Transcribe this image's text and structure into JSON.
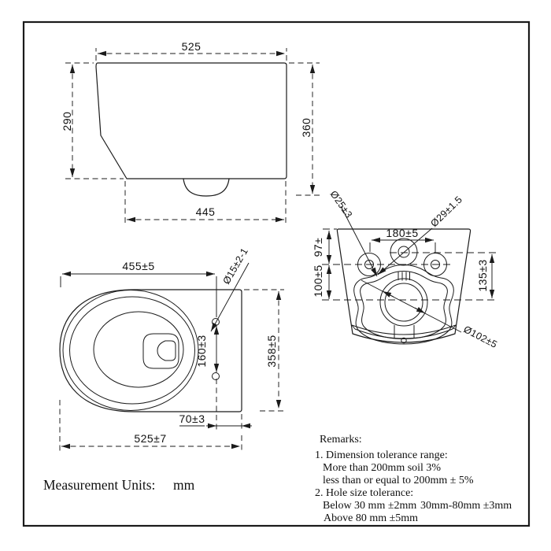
{
  "drawing": {
    "background": "#ffffff",
    "line_color": "#1b1b1b"
  },
  "side_view": {
    "dim_top_width": "525",
    "dim_left_height": "290",
    "dim_right_height": "360",
    "dim_bottom_width": "445"
  },
  "top_view": {
    "dim_seat_width": "455±5",
    "dim_fixing_hole_diameter": "Ø15±2-1",
    "dim_fixing_hole_spacing": "160±3",
    "dim_body_depth": "358±5",
    "dim_hole_to_wall": "70±3",
    "dim_total_length": "525±7"
  },
  "back_view": {
    "dim_left_hole_diameter": "Ø25±3",
    "dim_inlet_hole_diameter": "Ø29±1.5",
    "dim_hole_spacing": "180±5",
    "dim_top_to_holes": "97±",
    "dim_holes_to_outlet": "100±5",
    "dim_inlet_to_outlet": "135±3",
    "dim_outlet_diameter": "Ø102±5"
  },
  "footer": {
    "units_label": "Measurement Units:",
    "units_value": "mm"
  },
  "remarks": {
    "title": "Remarks:",
    "item1": "1. Dimension tolerance range:",
    "item1_line1": "More than 200mm soil 3%",
    "item1_line2": "less than or equal to 200mm ± 5%",
    "item2": "2. Hole size tolerance:",
    "item2_line1a": "Below 30 mm ±2mm",
    "item2_line1b": "30mm-80mm ±3mm",
    "item2_line2": "Above 80 mm ±5mm"
  }
}
